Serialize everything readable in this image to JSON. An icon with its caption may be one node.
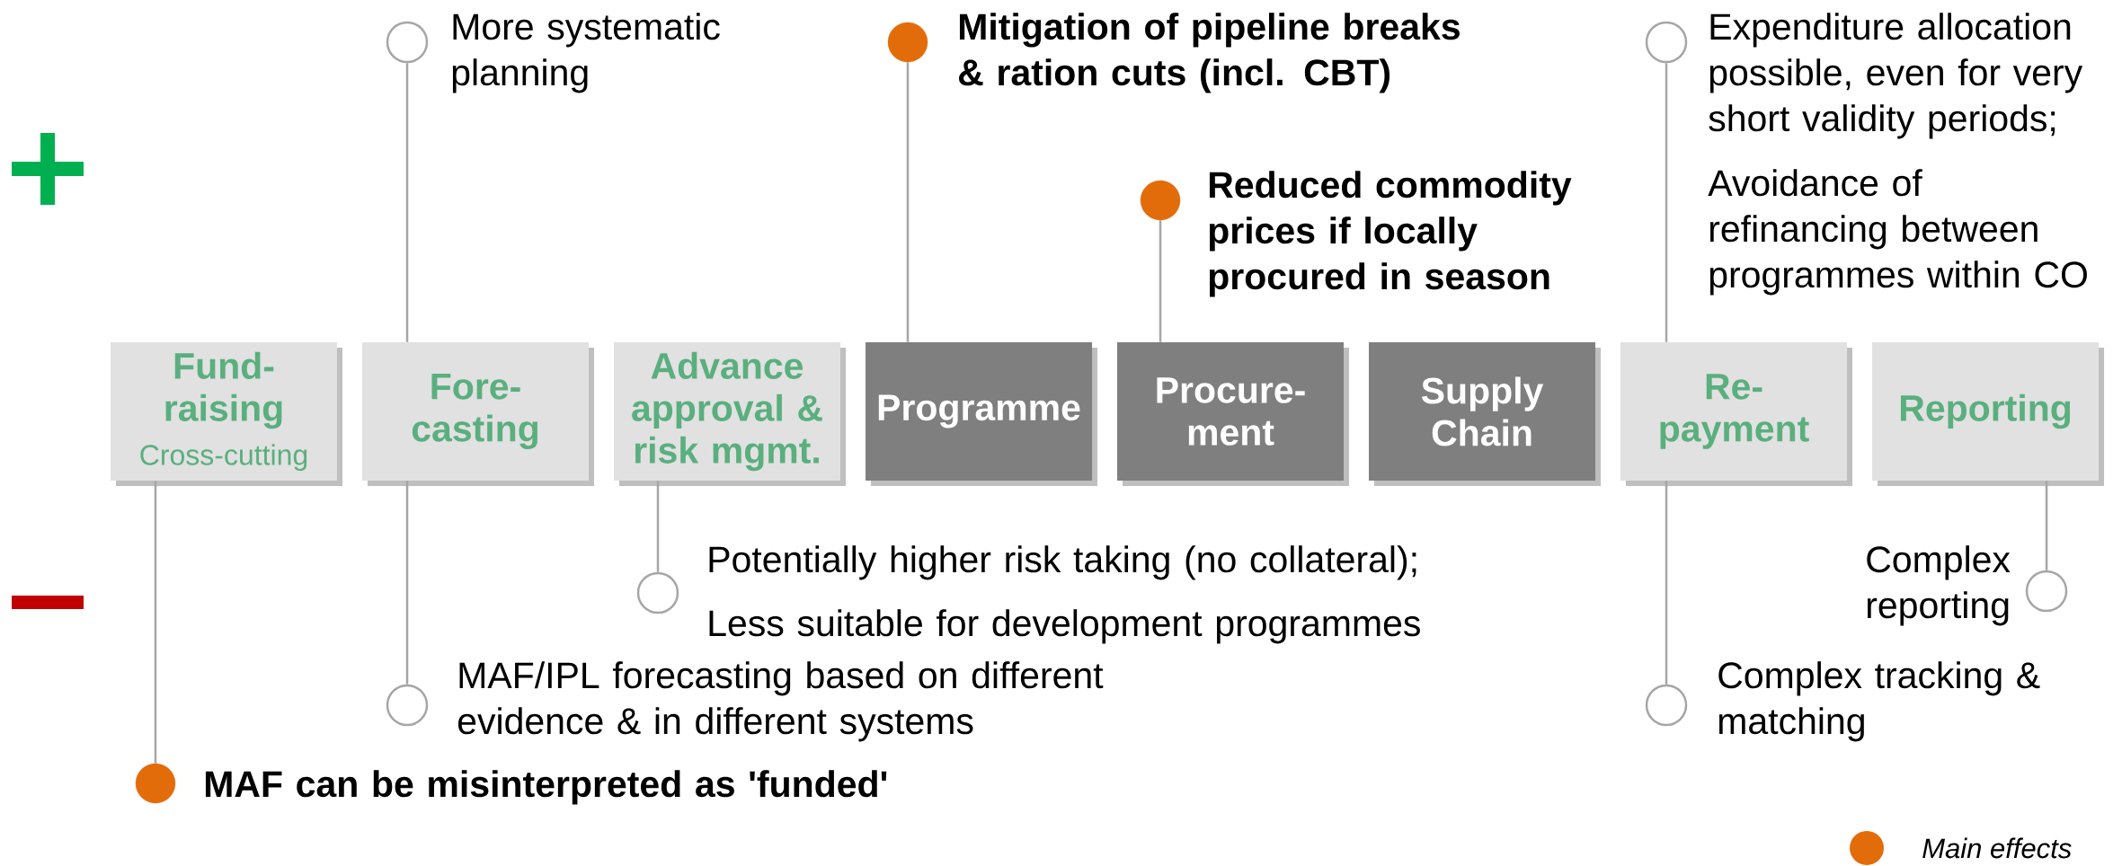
{
  "diagram": {
    "nodes": [
      {
        "text": [
          "Fund-raising",
          "Cross-cutting"
        ]
      },
      {
        "text": [
          "Fore-casting"
        ]
      },
      {
        "text": [
          "Advance approval & risk mgmt."
        ]
      },
      {
        "text": [
          "Programme"
        ]
      },
      {
        "text": [
          "Procure-ment"
        ]
      },
      {
        "text": [
          "Supply Chain"
        ]
      },
      {
        "text": [
          "Re-payment"
        ]
      },
      {
        "text": [
          "Reporting"
        ]
      },
      {
        "text": [],
        "shape": "circle",
        "beside": [
          "More systematic planning"
        ]
      },
      {
        "text": [],
        "shape": "circle",
        "beside": [
          "Mitigation of pipeline breaks & ration cuts (incl. CBT)"
        ]
      },
      {
        "text": [],
        "shape": "circle",
        "beside": [
          "Reduced commodity prices if locally procured in season"
        ]
      },
      {
        "text": [],
        "shape": "circle",
        "beside": [
          "Expenditure allocation possible, even for very short validity periods;",
          "Avoidance of refinancing between programmes within CO"
        ]
      },
      {
        "text": [],
        "shape": "circle",
        "beside": [
          "Potentially higher risk taking (no collateral);",
          "Less suitable for development programmes"
        ]
      },
      {
        "text": [],
        "shape": "circle",
        "beside": [
          "Complex reporting"
        ]
      },
      {
        "text": [],
        "shape": "circle",
        "beside": [
          "MAF/IPL forecasting based on different evidence & in different systems"
        ]
      },
      {
        "text": [],
        "shape": "circle",
        "beside": [
          "Complex tracking & matching"
        ]
      },
      {
        "text": [],
        "shape": "circle",
        "beside": [
          "MAF can be misinterpreted as 'funded'"
        ]
      }
    ],
    "edges": [
      {
        "from": 1,
        "to": 8,
        "arrow": "none"
      },
      {
        "from": 3,
        "to": 9,
        "arrow": "none"
      },
      {
        "from": 4,
        "to": 10,
        "arrow": "none"
      },
      {
        "from": 6,
        "to": 11,
        "arrow": "none"
      },
      {
        "from": 2,
        "to": 12,
        "arrow": "none"
      },
      {
        "from": 7,
        "to": 13,
        "arrow": "none"
      },
      {
        "from": 1,
        "to": 14,
        "arrow": "none"
      },
      {
        "from": 6,
        "to": 15,
        "arrow": "none"
      },
      {
        "from": 0,
        "to": 16,
        "arrow": "none"
      }
    ],
    "legend": [
      {
        "text": "Main effects",
        "color": "#e36c0a"
      }
    ]
  }
}
